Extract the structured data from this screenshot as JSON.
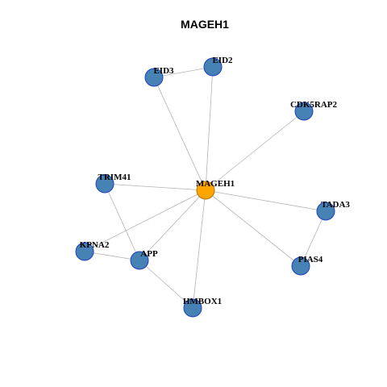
{
  "title": "MAGEH1",
  "colors": {
    "hub_fill": "#FFA500",
    "node_fill": "#4682B4",
    "edge": "#B3B3B3"
  },
  "nodes": [
    {
      "id": "MAGEH1",
      "hub": true
    },
    {
      "id": "EID2",
      "hub": false
    },
    {
      "id": "EID3",
      "hub": false
    },
    {
      "id": "CDK5RAP2",
      "hub": false
    },
    {
      "id": "TRIM41",
      "hub": false
    },
    {
      "id": "TADA3",
      "hub": false
    },
    {
      "id": "KPNA2",
      "hub": false
    },
    {
      "id": "APP",
      "hub": false
    },
    {
      "id": "PIAS4",
      "hub": false
    },
    {
      "id": "HMBOX1",
      "hub": false
    }
  ],
  "edges": [
    [
      "EID3",
      "EID2"
    ],
    [
      "EID3",
      "MAGEH1"
    ],
    [
      "EID2",
      "MAGEH1"
    ],
    [
      "CDK5RAP2",
      "MAGEH1"
    ],
    [
      "TRIM41",
      "MAGEH1"
    ],
    [
      "TRIM41",
      "APP"
    ],
    [
      "KPNA2",
      "MAGEH1"
    ],
    [
      "KPNA2",
      "APP"
    ],
    [
      "APP",
      "MAGEH1"
    ],
    [
      "APP",
      "HMBOX1"
    ],
    [
      "HMBOX1",
      "MAGEH1"
    ],
    [
      "TADA3",
      "MAGEH1"
    ],
    [
      "TADA3",
      "PIAS4"
    ],
    [
      "PIAS4",
      "MAGEH1"
    ]
  ]
}
